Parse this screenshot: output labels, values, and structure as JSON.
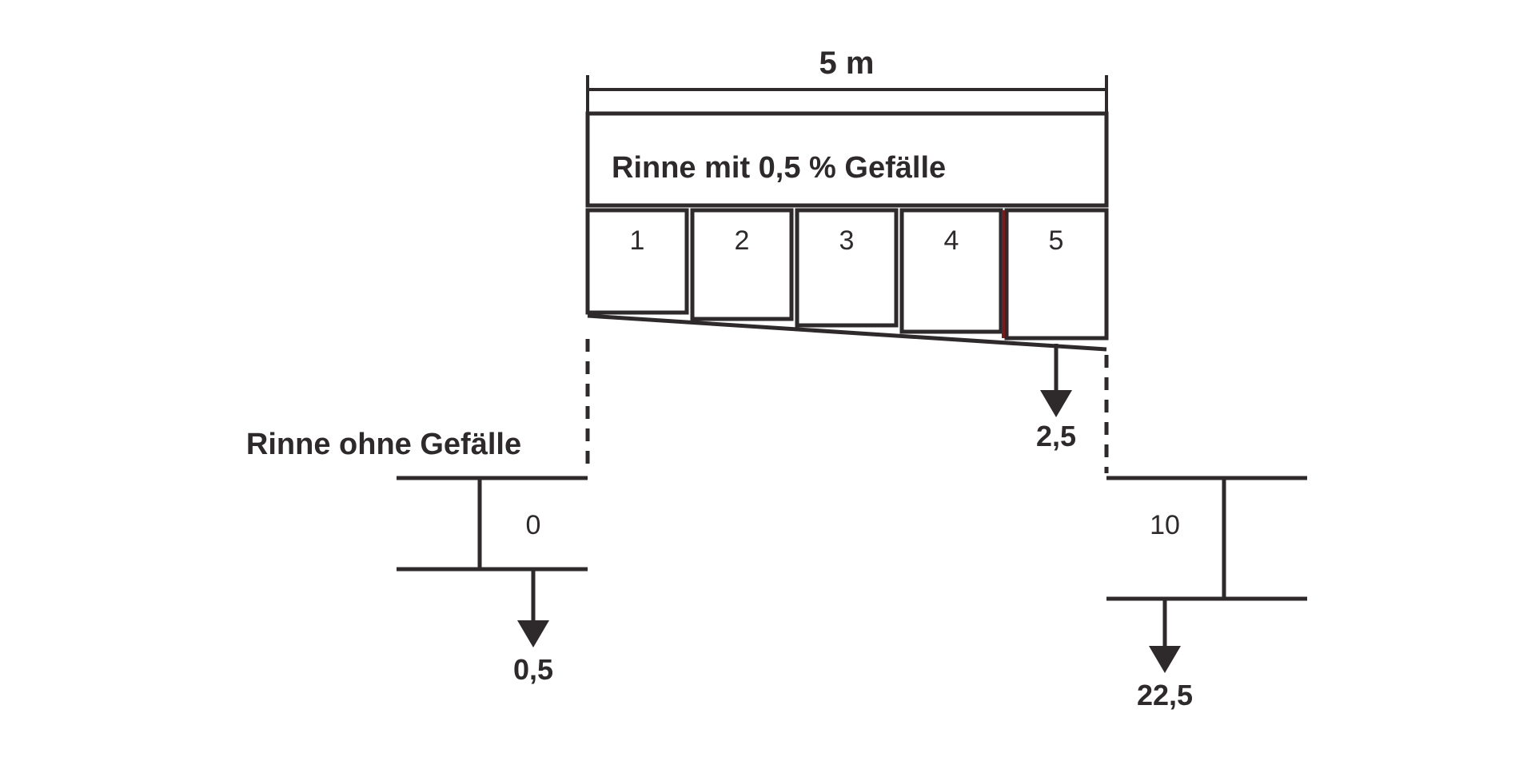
{
  "page": {
    "background": "#ffffff"
  },
  "colors": {
    "line": "#2e2a2b",
    "accent_red": "#7a1b1b",
    "text": "#2e2a2b"
  },
  "diagram": {
    "dimension": {
      "label": "5 m"
    },
    "sloped_channel": {
      "title": "Rinne mit 0,5 % Gefälle",
      "cells": [
        "1",
        "2",
        "3",
        "4",
        "5"
      ],
      "outlet_label": "2,5"
    },
    "flat_channel": {
      "title": "Rinne ohne Gefälle",
      "left_cell": "0",
      "left_outlet_label": "0,5",
      "right_cell": "10",
      "right_outlet_label": "22,5"
    }
  }
}
